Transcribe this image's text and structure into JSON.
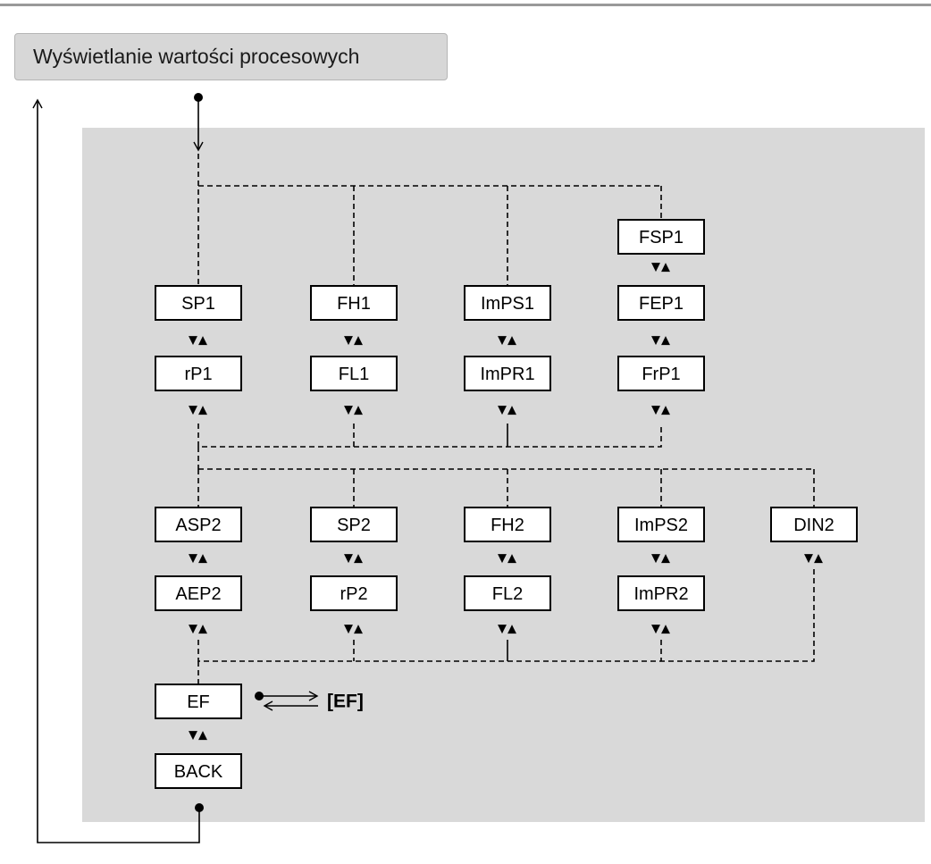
{
  "header": {
    "title": "Wyświetlanie wartości procesowych"
  },
  "group1": [
    {
      "top": "SP1",
      "bottom": "rP1"
    },
    {
      "top": "FH1",
      "bottom": "FL1"
    },
    {
      "top": "ImPS1",
      "bottom": "ImPR1"
    },
    {
      "extra": "FSP1",
      "top": "FEP1",
      "bottom": "FrP1"
    }
  ],
  "group2": [
    {
      "top": "ASP2",
      "bottom": "AEP2"
    },
    {
      "top": "SP2",
      "bottom": "rP2"
    },
    {
      "top": "FH2",
      "bottom": "FL2"
    },
    {
      "top": "ImPS2",
      "bottom": "ImPR2"
    },
    {
      "top": "DIN2"
    }
  ],
  "tail": {
    "ef": "EF",
    "back": "BACK",
    "ef_link": "[EF]"
  },
  "nav_symbol": "▼▲"
}
